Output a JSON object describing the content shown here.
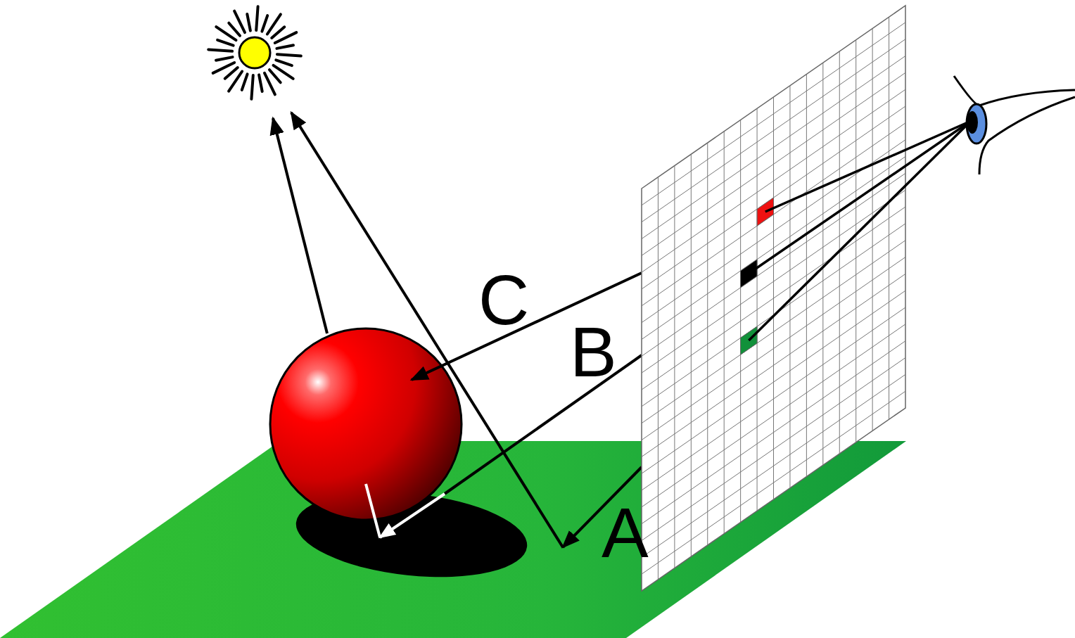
{
  "diagram": {
    "labels": [
      "C",
      "B",
      "A"
    ]
  }
}
